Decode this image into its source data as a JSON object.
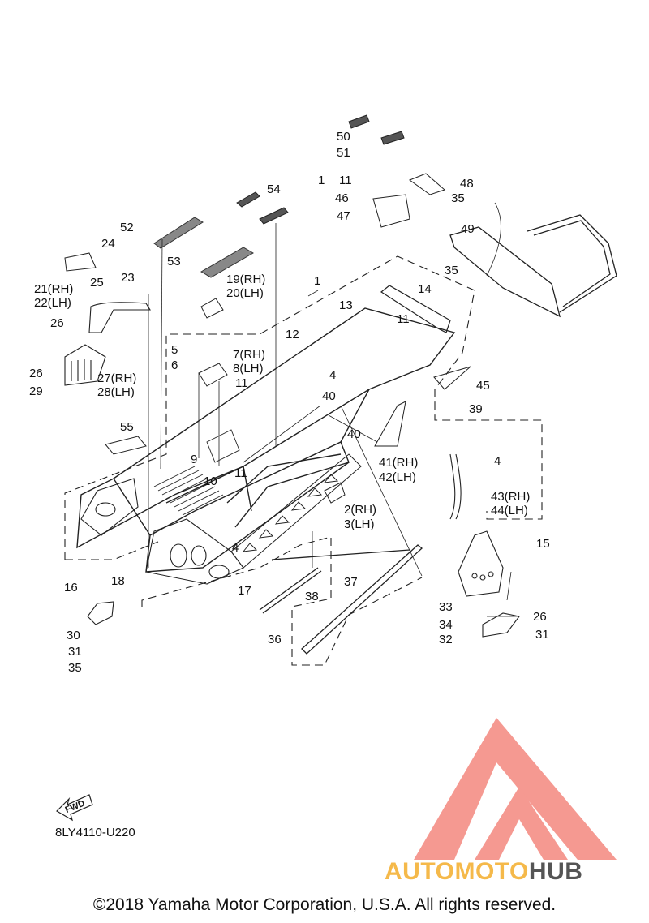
{
  "diagram": {
    "code": "8LY4110-U220",
    "fwd_label": "FWD",
    "copyright": "©2018 Yamaha Motor Corporation, U.S.A. All rights reserved.",
    "watermark": {
      "part1": "AUTOMOTO",
      "part2": "HUB",
      "color_main": "#ef5b4f",
      "color_text1": "#f5b94a",
      "color_text2": "#555555"
    },
    "callouts": [
      "50",
      "51",
      "1",
      "11",
      "48",
      "46",
      "35",
      "47",
      "49",
      "54",
      "52",
      "24",
      "53",
      "35",
      "19(RH)",
      "20(LH)",
      "23",
      "25",
      "21(RH)",
      "22(LH)",
      "1",
      "13",
      "14",
      "11",
      "26",
      "12",
      "5",
      "7(RH)",
      "6",
      "8(LH)",
      "26",
      "27(RH)",
      "29",
      "28(LH)",
      "4",
      "45",
      "11",
      "40",
      "39",
      "55",
      "40",
      "9",
      "41(RH)",
      "4",
      "42(LH)",
      "10",
      "11",
      "2(RH)",
      "43(RH)",
      "3(LH)",
      "44(LH)",
      "15",
      "4",
      "16",
      "18",
      "17",
      "37",
      "38",
      "33",
      "26",
      "30",
      "34",
      "31",
      "31",
      "32",
      "36",
      "35"
    ]
  }
}
